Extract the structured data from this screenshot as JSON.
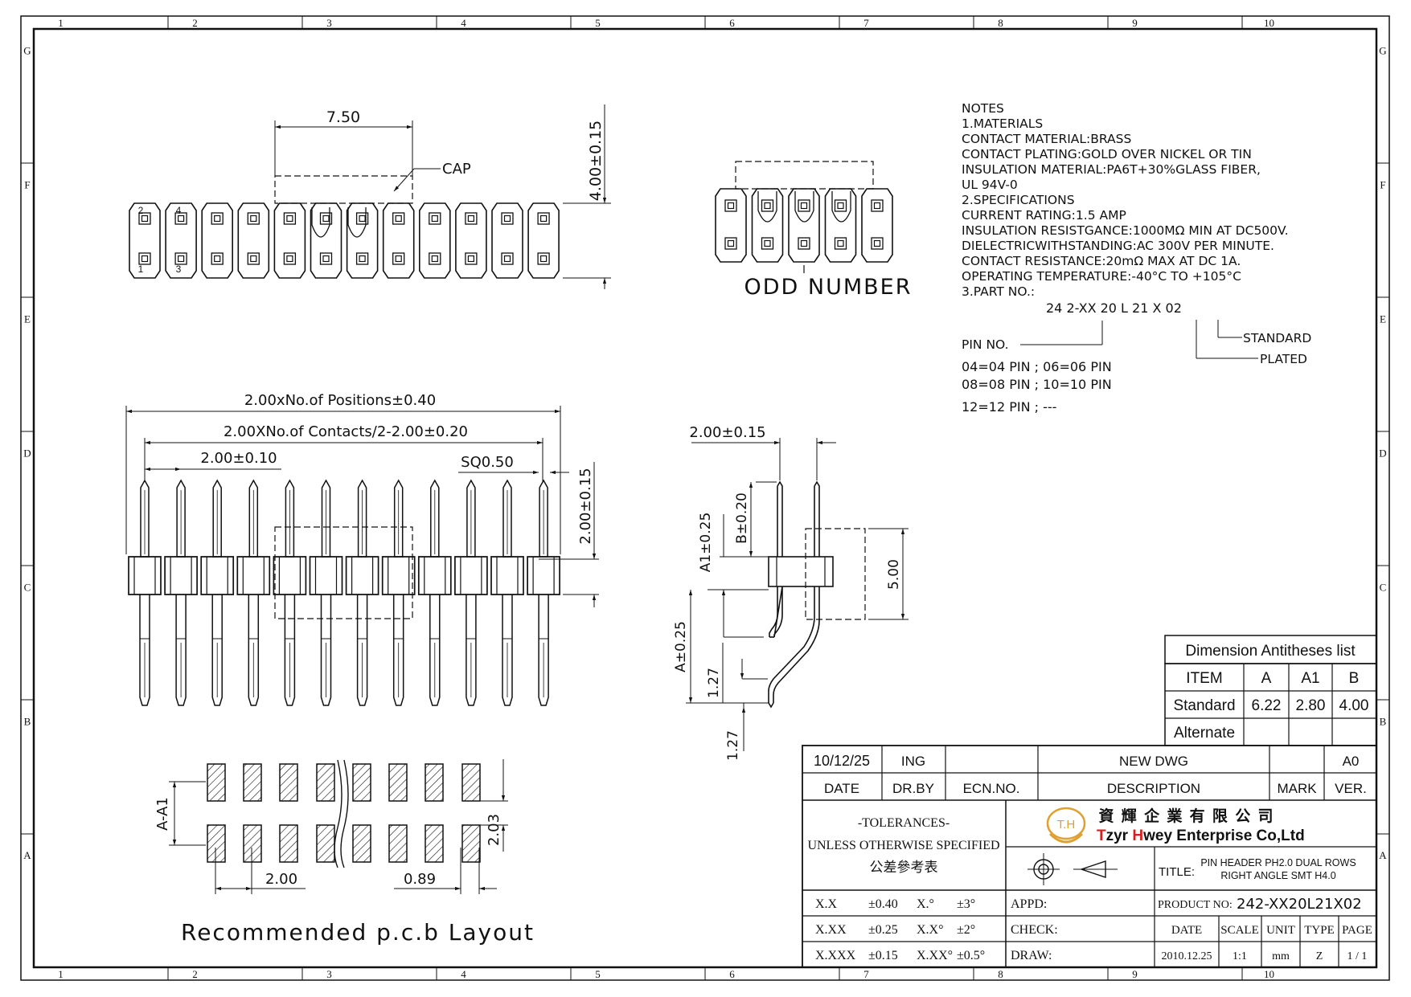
{
  "frame": {
    "columns": [
      "1",
      "2",
      "3",
      "4",
      "5",
      "6",
      "7",
      "8",
      "9",
      "10"
    ],
    "rows": [
      "G",
      "F",
      "E",
      "D",
      "C",
      "B",
      "A"
    ]
  },
  "top_view": {
    "dim_width": "7.50",
    "dim_height": "4.00±0.15",
    "cap_label": "CAP",
    "pin_numbers": [
      "2",
      "4",
      "1",
      "3"
    ]
  },
  "odd_view": {
    "label": "ODD NUMBER"
  },
  "notes": {
    "lines": [
      "NOTES",
      "1.MATERIALS",
      "CONTACT  MATERIAL:BRASS",
      "CONTACT  PLATING:GOLD  OVER  NICKEL  OR  TIN",
      "INSULATION  MATERIAL:PA6T+30%GLASS  FIBER,",
      "UL  94V-0",
      "2.SPECIFICATIONS",
      "CURRENT  RATING:1.5  AMP",
      "INSULATION  RESISTGANCE:1000MΩ  MIN  AT  DC500V.",
      "DIELECTRICWITHSTANDING:AC  300V  PER  MINUTE.",
      "CONTACT  RESISTANCE:20mΩ  MAX  AT  DC  1A.",
      "OPERATING  TEMPERATURE:-40°C  TO  +105°C",
      "3.PART  NO.:"
    ],
    "part_code": "24  2-XX  20  L  21  X  02",
    "pin_no_label": "PIN  NO.",
    "standard_label": "STANDARD",
    "plated_label": "PLATED",
    "pin_options": [
      "04=04  PIN  ;  06=06  PIN",
      "08=08  PIN  ;  10=10  PIN",
      "12=12  PIN  ;  ---"
    ]
  },
  "front_view": {
    "dim_positions": "2.00xNo.of  Positions±0.40",
    "dim_contacts": "2.00XNo.of  Contacts/2-2.00±0.20",
    "dim_pitch": "2.00±0.10",
    "dim_sq": "SQ0.50",
    "dim_height": "2.00±0.15"
  },
  "side_view": {
    "dim_pitch": "2.00±0.15",
    "dim_b": "B±0.20",
    "dim_a1": "A1±0.25",
    "dim_a": "A±0.25",
    "dim_127a": "1.27",
    "dim_127b": "1.27",
    "dim_500": "5.00"
  },
  "pcb": {
    "label": "Recommended  p.c.b  Layout",
    "dim_a_a1": "A-A1",
    "dim_203": "2.03",
    "dim_200": "2.00",
    "dim_089": "0.89"
  },
  "dimension_table": {
    "title": "Dimension  Antitheses  list",
    "headers": [
      "ITEM",
      "A",
      "A1",
      "B"
    ],
    "rows": [
      [
        "Standard",
        "6.22",
        "2.80",
        "4.00"
      ],
      [
        "Alternate",
        "",
        "",
        ""
      ]
    ]
  },
  "title_block": {
    "rev_date": "10/12/25",
    "rev_by": "ING",
    "rev_desc": "NEW  DWG",
    "rev_ver": "A0",
    "hdr_date": "DATE",
    "hdr_drby": "DR.BY",
    "hdr_ecn": "ECN.NO.",
    "hdr_desc": "DESCRIPTION",
    "hdr_mark": "MARK",
    "hdr_ver": "VER.",
    "tol_title": "-TOLERANCES-",
    "tol_sub": "UNLESS OTHERWISE SPECIFIED",
    "tol_cn": "公差參考表",
    "logo_text": "T.H",
    "company_cn": "資 輝 企 業 有 限 公 司",
    "company_t": "T",
    "company_zyr": "zyr ",
    "company_h": "H",
    "company_rest": "wey Enterprise Co,Ltd",
    "title_label": "TITLE:",
    "title_l1": "PIN HEADER PH2.0 DUAL ROWS",
    "title_l2": "RIGHT ANGLE SMT H4.0",
    "tol_rows": [
      [
        "X.X",
        "±0.40",
        "X.°",
        "±3°"
      ],
      [
        "X.XX",
        "±0.25",
        "X.X°",
        "±2°"
      ],
      [
        "X.XXX",
        "±0.15",
        "X.XX°",
        "±0.5°"
      ]
    ],
    "appd_label": "APPD:",
    "check_label": "CHECK:",
    "draw_label": "DRAW:",
    "product_label": "PRODUCT NO:",
    "product_no": "242-XX20L21X02",
    "info_headers": [
      "DATE",
      "SCALE",
      "UNIT",
      "TYPE",
      "PAGE"
    ],
    "info_values": [
      "2010.12.25",
      "1:1",
      "mm",
      "Z",
      "1 / 1"
    ]
  },
  "colors": {
    "ink": "#111111",
    "logo": "#e0a030",
    "brand_red": "#d42020"
  }
}
